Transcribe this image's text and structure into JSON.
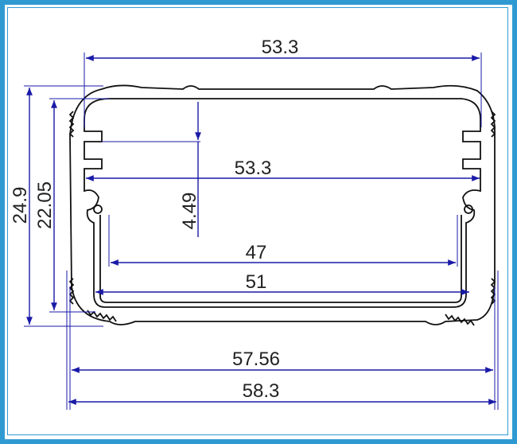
{
  "colors": {
    "frame": "#2f9ad2",
    "dimension_line": "#1a1aa8",
    "profile_line": "#111111",
    "text": "#222222"
  },
  "dimensions": {
    "top_width": "53.3",
    "inner_width": "53.3",
    "slot_height": "4.49",
    "inner_span": "47",
    "base_span": "51",
    "body_width": "57.56",
    "overall_width": "58.3",
    "overall_height": "24.9",
    "inner_height": "22.05"
  }
}
